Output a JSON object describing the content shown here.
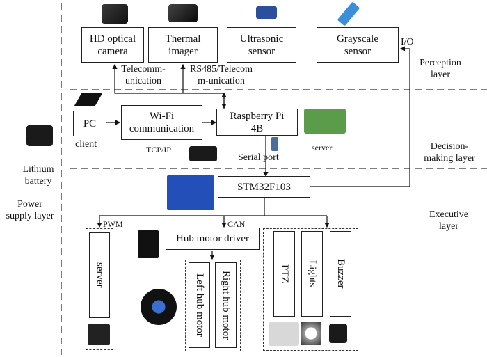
{
  "layers": {
    "perception": "Perception layer",
    "decision": "Decision-making layer",
    "executive": "Executive layer",
    "power": "Power supply layer"
  },
  "layer_lines": {
    "perception": [
      "Perception",
      "layer"
    ],
    "decision": [
      "Decision-",
      "making layer"
    ],
    "executive": [
      "Executive",
      "layer"
    ],
    "power": [
      "Power",
      "supply layer"
    ]
  },
  "battery": [
    "Lithium",
    "battery"
  ],
  "perception_blocks": [
    {
      "lines": [
        "HD optical",
        "camera"
      ]
    },
    {
      "lines": [
        "Thermal",
        "imager"
      ]
    },
    {
      "lines": [
        "Ultrasonic",
        "sensor"
      ]
    },
    {
      "lines": [
        "Grayscale",
        "sensor"
      ]
    }
  ],
  "links": {
    "telecom": [
      "Telecomm-",
      "unication"
    ],
    "rs485": [
      "RS485/Telecom",
      "m-unication"
    ],
    "io": "I/O",
    "tcpip": "TCP/IP",
    "serial": "Serial port",
    "pwm": "PWM",
    "can": "CAN"
  },
  "decision_blocks": {
    "pc": "PC",
    "pc_caption": "client",
    "wifi": [
      "Wi-Fi",
      "communication"
    ],
    "rpi": [
      "Raspberry Pi",
      "4B"
    ],
    "server_caption": "server"
  },
  "executive_blocks": {
    "stm32": "STM32F103",
    "servo": "server",
    "hub_driver": "Hub motor driver",
    "left_motor": "Left hub motor",
    "right_motor": "Right hub motor",
    "ptz": "PTZ",
    "lights": "Lights",
    "buzzer": "Buzzer"
  }
}
